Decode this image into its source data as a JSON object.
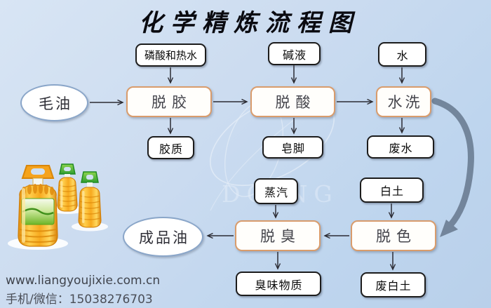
{
  "title": "化学精炼流程图",
  "watermark": "DOING",
  "nodes": {
    "crude_oil": "毛油",
    "phosphoric_acid_hot_water": "磷酸和热水",
    "alkali_solution": "碱液",
    "water": "水",
    "degumming": "脱胶",
    "deacidification": "脱酸",
    "water_washing": "水洗",
    "gum": "胶质",
    "soapstock": "皂脚",
    "waste_water": "废水",
    "steam": "蒸汽",
    "clay": "白土",
    "deodorization": "脱臭",
    "decolorization": "脱色",
    "finished_oil": "成品油",
    "odor_substances": "臭味物质",
    "waste_clay": "废白土"
  },
  "footer": {
    "website": "www.liangyoujixie.com.cn",
    "contact": "手机/微信：15038276703"
  },
  "colors": {
    "background": "#c9daef",
    "process_border": "#d99c6c",
    "plain_border": "#1c1c1c",
    "ellipse_border": "#8aa6c9",
    "arrow": "#2b2b33",
    "curved_arrow": "#6d7f95",
    "bottle_orange": "#f5a31c",
    "label_green": "#7fbf2e",
    "footer_text": "#3f434c"
  }
}
